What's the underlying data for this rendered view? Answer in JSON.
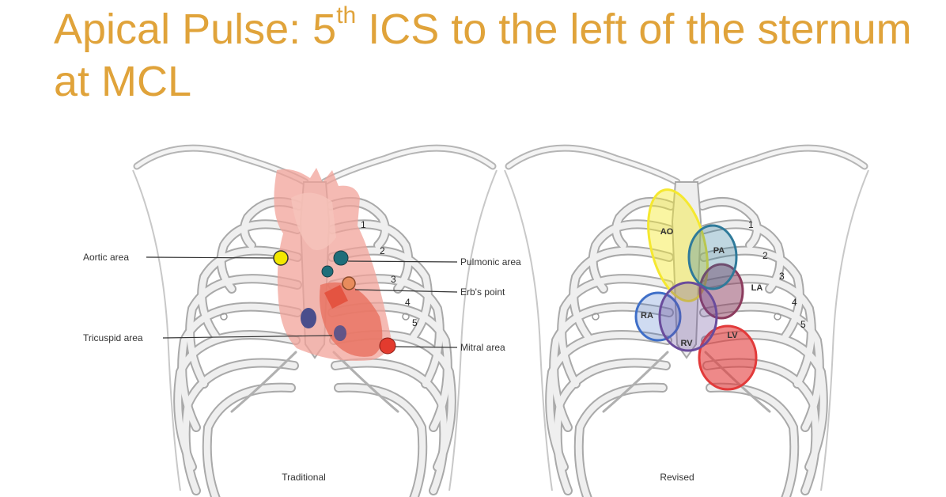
{
  "title": {
    "pre": "Apical Pulse: 5",
    "sup": "th",
    "post": " ICS to the left of the sternum at MCL"
  },
  "traditional": {
    "caption": "Traditional",
    "labels": {
      "aortic": "Aortic area",
      "pulmonic": "Pulmonic area",
      "erbs": "Erb's point",
      "tricuspid": "Tricuspid area",
      "mitral": "Mitral area"
    },
    "ribs": [
      "1",
      "2",
      "3",
      "4",
      "5"
    ]
  },
  "revised": {
    "caption": "Revised",
    "chambers": {
      "ao": "AO",
      "pa": "PA",
      "la": "LA",
      "ra": "RA",
      "rv": "RV",
      "lv": "LV"
    },
    "ribs": [
      "1",
      "2",
      "3",
      "4",
      "5"
    ]
  },
  "colors": {
    "title": "#E0A33A",
    "heart": "#F2A39A",
    "aortic": "#F2E700",
    "pulmonic": "#1F6E7A",
    "erbs": "#E88C5C",
    "tricuspid": "#4A4E8C",
    "mitral": "#E33B2E",
    "ao": "#F5E830",
    "pa": "#2F7A9A",
    "la": "#8C3C5E",
    "ra": "#3F6FC8",
    "rv": "#6A4C9C",
    "lv": "#E23A3A"
  }
}
